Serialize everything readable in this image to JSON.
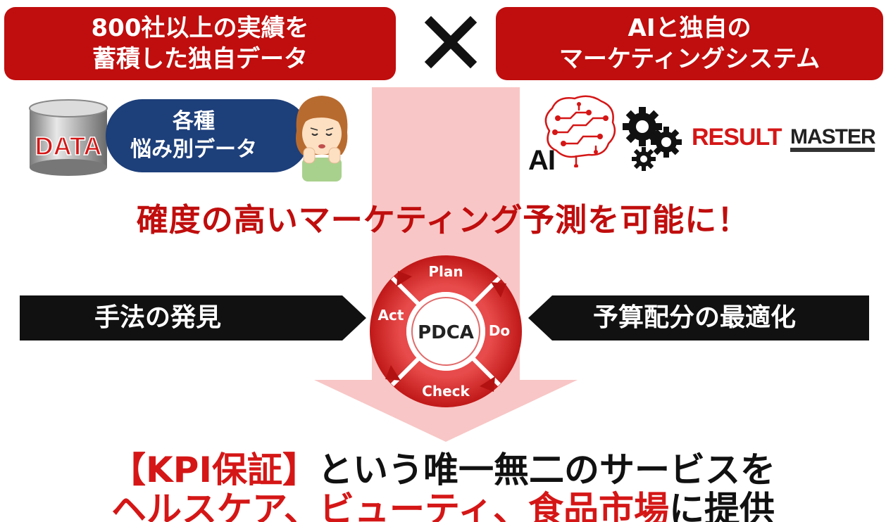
{
  "top_left_banner": {
    "line1": "800社以上の実績を",
    "line2": "蓄積した独自データ"
  },
  "top_right_banner": {
    "line1": "AIと独自の",
    "line2": "マーケティングシステム"
  },
  "data_label": "DATA",
  "bubble": {
    "line1": "各種",
    "line2": "悩み別データ"
  },
  "ai_label": "AI",
  "result_master": {
    "result": "RESULT",
    "master": "MASTER"
  },
  "headline": "確度の高いマーケティング予測を可能に！",
  "left_arrow_label": "手法の発見",
  "right_arrow_label": "予算配分の最適化",
  "pdca": {
    "center": "PDCA",
    "plan": "Plan",
    "do": "Do",
    "check": "Check",
    "act": "Act"
  },
  "bottom": {
    "line1_bracket": "【KPI保証】",
    "line1_rest": "という唯一無二のサービスを",
    "line2_a": "ヘルスケア、ビューティ、食品市場",
    "line2_b": "に提供"
  },
  "colors": {
    "accent_red": "#c00d0d",
    "navy": "#1d3f7a",
    "pink_arrow": "#f8c6c6",
    "black_banner": "#111111"
  }
}
